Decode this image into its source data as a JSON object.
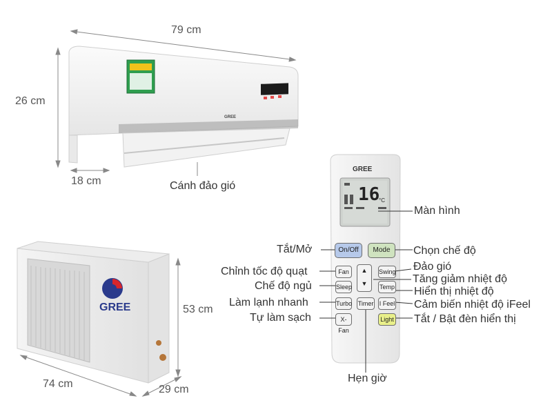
{
  "dimensions": {
    "indoor_width": "79 cm",
    "indoor_height": "26 cm",
    "indoor_depth": "18 cm",
    "outdoor_width": "74 cm",
    "outdoor_height": "53 cm",
    "outdoor_depth": "29 cm"
  },
  "brand": {
    "indoor_logo": "GREE",
    "outdoor_logo": "GREE",
    "remote_logo": "GREE"
  },
  "indoor_callouts": {
    "louver": "Cánh đảo gió"
  },
  "remote": {
    "display_temp": "16",
    "display_unit": "°C",
    "buttons": {
      "on_off": "On/Off",
      "mode": "Mode",
      "fan": "Fan",
      "swing": "Swing",
      "sleep": "Sleep",
      "temp": "Temp",
      "turbo": "Turbo",
      "timer": "Timer",
      "ifeel": "I Feel",
      "xfan": "X-Fan",
      "light": "Light",
      "up": "▲",
      "down": "▼"
    }
  },
  "remote_callouts": {
    "screen": "Màn hình",
    "on_off": "Tắt/Mở",
    "mode": "Chọn chế độ",
    "fan": "Chỉnh tốc độ quạt",
    "swing": "Đảo gió",
    "temp_adjust": "Tăng giảm nhiệt độ",
    "temp_display": "Hiển thị nhiệt độ",
    "sleep": "Chế độ ngủ",
    "turbo": "Làm lạnh nhanh",
    "ifeel": "Cảm biến nhiệt độ iFeel",
    "xfan": "Tự làm sạch",
    "light": "Tắt / Bật đèn hiển thị",
    "timer": "Hẹn giờ"
  },
  "colors": {
    "brand_red": "#d7262b",
    "brand_blue": "#2a3a8c",
    "onoff_blue": "#b6c9ea",
    "mode_green": "#cfe3bf",
    "light_yellow": "#e9f08a",
    "lcd_bg": "#cfd3cf"
  }
}
